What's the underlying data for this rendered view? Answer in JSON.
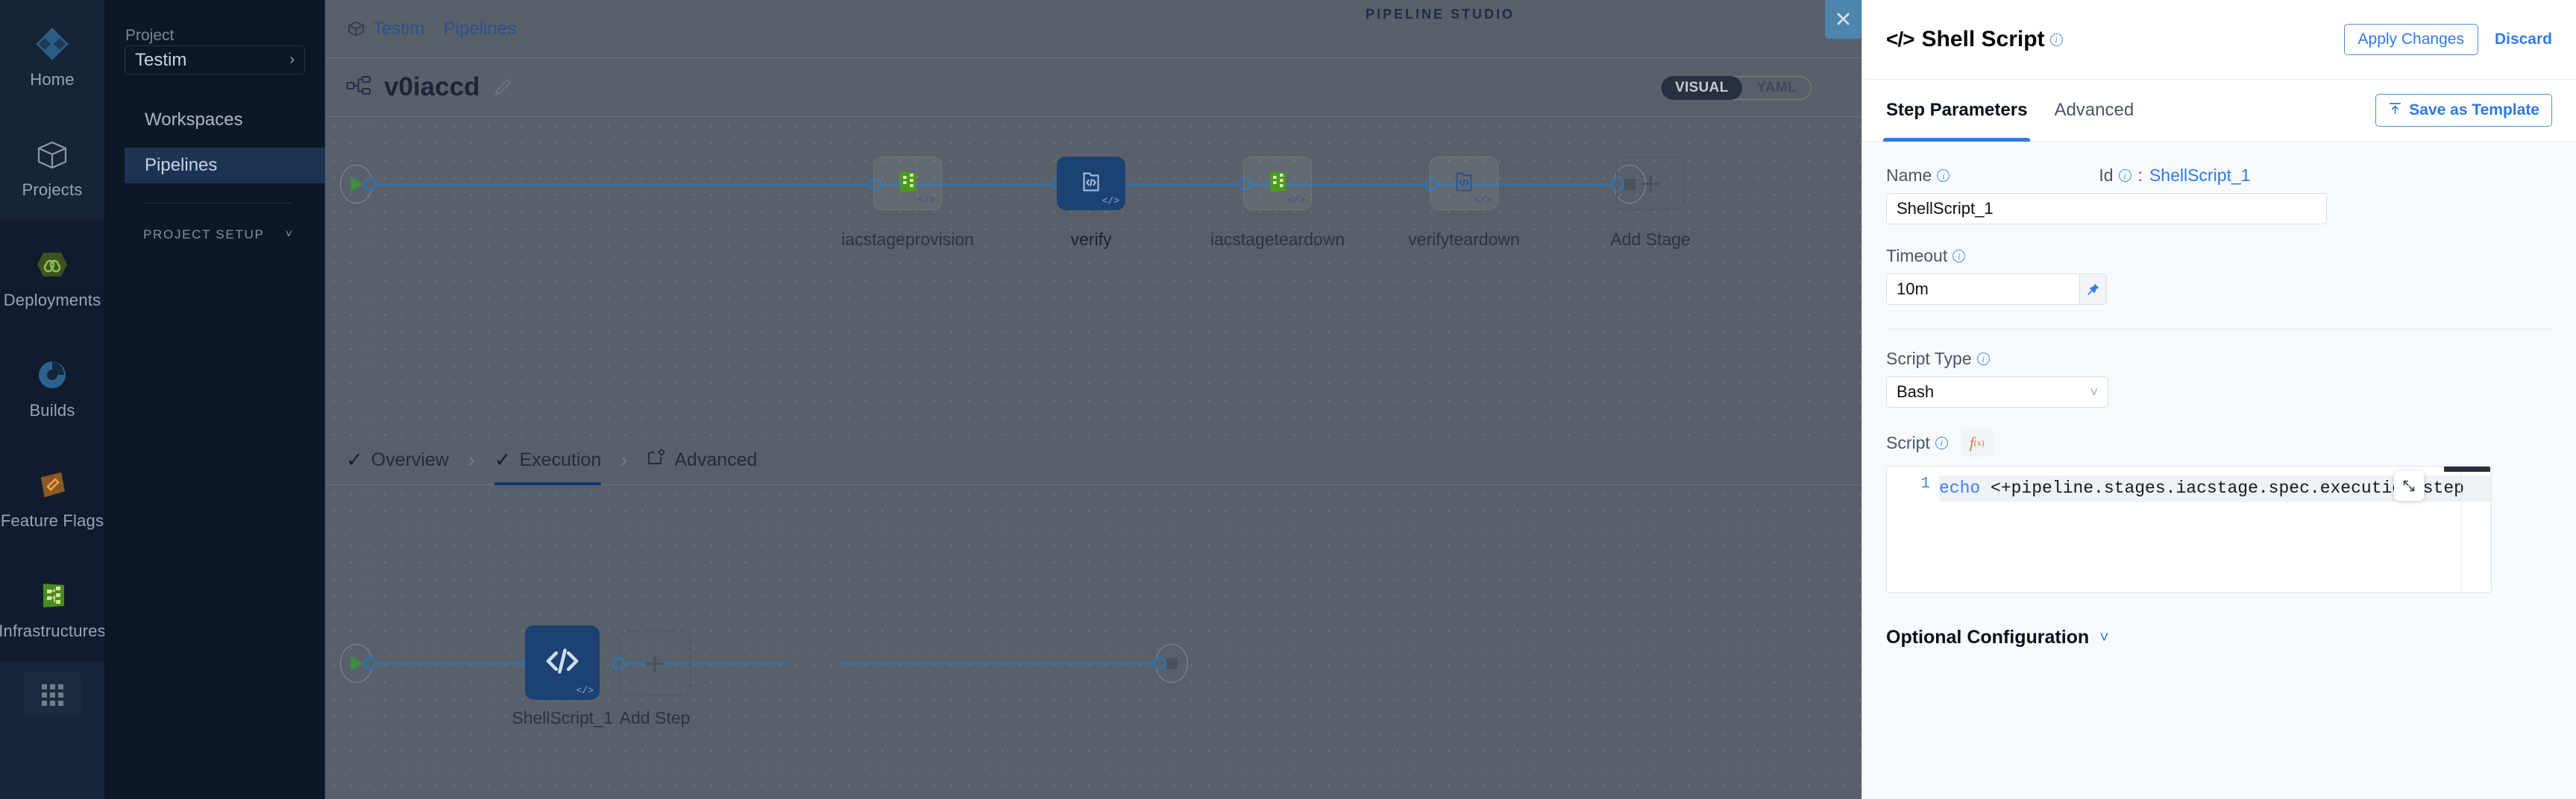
{
  "left_rail": {
    "items": [
      {
        "label": "Home",
        "icon": "home-diamond-icon"
      },
      {
        "label": "Projects",
        "icon": "box-icon"
      },
      {
        "label": "Deployments",
        "icon": "infinity-hex-icon"
      },
      {
        "label": "Builds",
        "icon": "pie-build-icon"
      },
      {
        "label": "Feature Flags",
        "icon": "flag-icon"
      },
      {
        "label": "Infrastructures",
        "icon": "infrastructure-icon"
      }
    ],
    "apps_icon": "apps-grid-icon"
  },
  "project_panel": {
    "section_label": "Project",
    "selected_project": "Testim",
    "nav": [
      {
        "label": "Workspaces",
        "active": false
      },
      {
        "label": "Pipelines",
        "active": true
      }
    ],
    "setup_label": "PROJECT SETUP"
  },
  "canvas": {
    "studio_banner": "PIPELINE STUDIO",
    "breadcrumb": [
      "Testim",
      "Pipelines"
    ],
    "breadcrumb_separator": "›",
    "pipeline_title": "v0iaccd",
    "view_toggle": {
      "options": [
        "VISUAL",
        "YAML"
      ],
      "selected": "VISUAL"
    },
    "stages": [
      {
        "name": "iacstageprovision",
        "icon": "infrastructure-icon",
        "selected": false
      },
      {
        "name": "verify",
        "icon": "code-stage-icon",
        "selected": true
      },
      {
        "name": "iacstageteardown",
        "icon": "infrastructure-icon",
        "selected": false
      },
      {
        "name": "verifyteardown",
        "icon": "code-stage-icon",
        "selected": false
      }
    ],
    "add_stage_label": "Add Stage",
    "stage_tabs": [
      {
        "label": "Overview",
        "icon": "check-icon",
        "active": false
      },
      {
        "label": "Execution",
        "icon": "check-icon",
        "active": true
      },
      {
        "label": "Advanced",
        "icon": "advanced-gear-icon",
        "active": false
      }
    ],
    "steps": [
      {
        "name": "ShellScript_1",
        "icon": "code-step-icon",
        "selected": true
      }
    ],
    "add_step_label": "Add Step"
  },
  "right_panel": {
    "close_icon": "close-icon",
    "header": {
      "icon": "code-icon",
      "title": "Shell Script",
      "apply_label": "Apply Changes",
      "discard_label": "Discard"
    },
    "tabs": [
      {
        "label": "Step Parameters",
        "active": true
      },
      {
        "label": "Advanced",
        "active": false
      }
    ],
    "save_template_label": "Save as Template",
    "save_template_icon": "upload-icon",
    "fields": {
      "name_label": "Name",
      "name_value": "ShellScript_1",
      "id_label": "Id",
      "id_separator": ":",
      "id_value": "ShellScript_1",
      "timeout_label": "Timeout",
      "timeout_value": "10m",
      "timeout_pin_icon": "pin-icon",
      "script_type_label": "Script Type",
      "script_type_value": "Bash",
      "script_type_chevron": "chevron-down-icon",
      "script_label": "Script",
      "fx_button": "f",
      "fx_subscript": "(x)",
      "expand_icon": "expand-icon"
    },
    "editor": {
      "line_number": "1",
      "code_keyword": "echo",
      "code_rest": " <+pipeline.stages.iacstage.spec.execution.step      ppl"
    },
    "optional_configuration": {
      "label": "Optional Configuration",
      "chevron": "chevron-down-icon"
    }
  }
}
